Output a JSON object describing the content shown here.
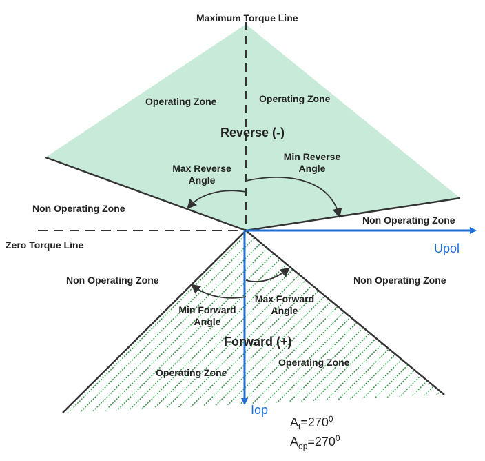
{
  "diagram": {
    "lines": {
      "max_torque": "Maximum Torque Line",
      "zero_torque": "Zero Torque Line"
    },
    "zones": {
      "operating_reverse_left": "Operating Zone",
      "operating_reverse_right": "Operating Zone",
      "operating_forward_left": "Operating Zone",
      "operating_forward_right": "Operating Zone",
      "non_operating_left_upper": "Non Operating Zone",
      "non_operating_right_upper": "Non Operating Zone",
      "non_operating_left_lower": "Non Operating Zone",
      "non_operating_right_lower": "Non Operating Zone"
    },
    "directions": {
      "reverse": "Reverse (-)",
      "forward": "Forward (+)"
    },
    "angles": {
      "max_reverse": [
        "Max Reverse",
        "Angle"
      ],
      "min_reverse": [
        "Min Reverse",
        "Angle"
      ],
      "min_forward": [
        "Min Forward",
        "Angle"
      ],
      "max_forward": [
        "Max Forward",
        "Angle"
      ]
    },
    "axes": {
      "horizontal": "Upol",
      "vertical": "Iop"
    },
    "formulas": {
      "at": {
        "base": "A",
        "sub": "t",
        "value": "=270",
        "sup": "0"
      },
      "aop": {
        "base": "A",
        "sub": "op",
        "value": "=270",
        "sup": "0"
      }
    },
    "colors": {
      "reverse_fill": "#c8ead8",
      "forward_hatch": "#2e9e44",
      "axis_arrow": "#1f6fd6",
      "line": "#333333"
    }
  }
}
